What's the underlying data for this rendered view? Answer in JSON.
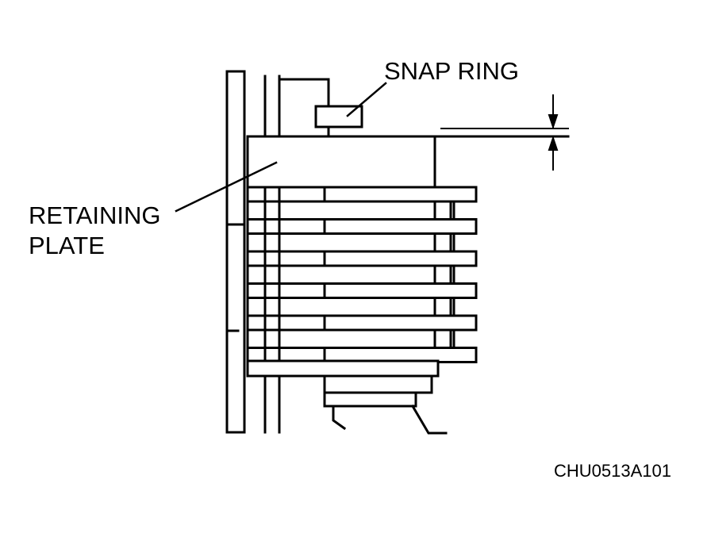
{
  "labels": {
    "snap_ring": "SNAP RING",
    "retaining_line1": "RETAINING",
    "retaining_line2": "PLATE",
    "figure_code": "CHU0513A101"
  },
  "colors": {
    "ink": "#000000",
    "paper": "#ffffff"
  }
}
